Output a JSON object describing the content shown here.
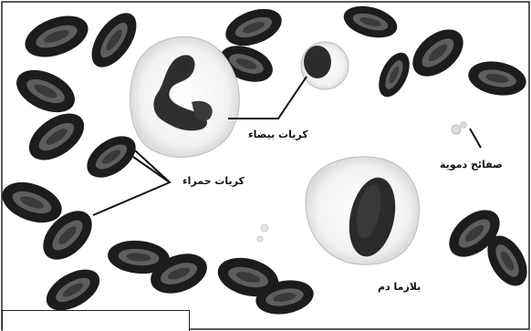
{
  "labels": {
    "white_cells": "كريات بيضاء",
    "red_cells": "كريات حمراء",
    "platelets": "صفائح دموية",
    "plasma": "بلازما دم"
  },
  "caption": ""
}
